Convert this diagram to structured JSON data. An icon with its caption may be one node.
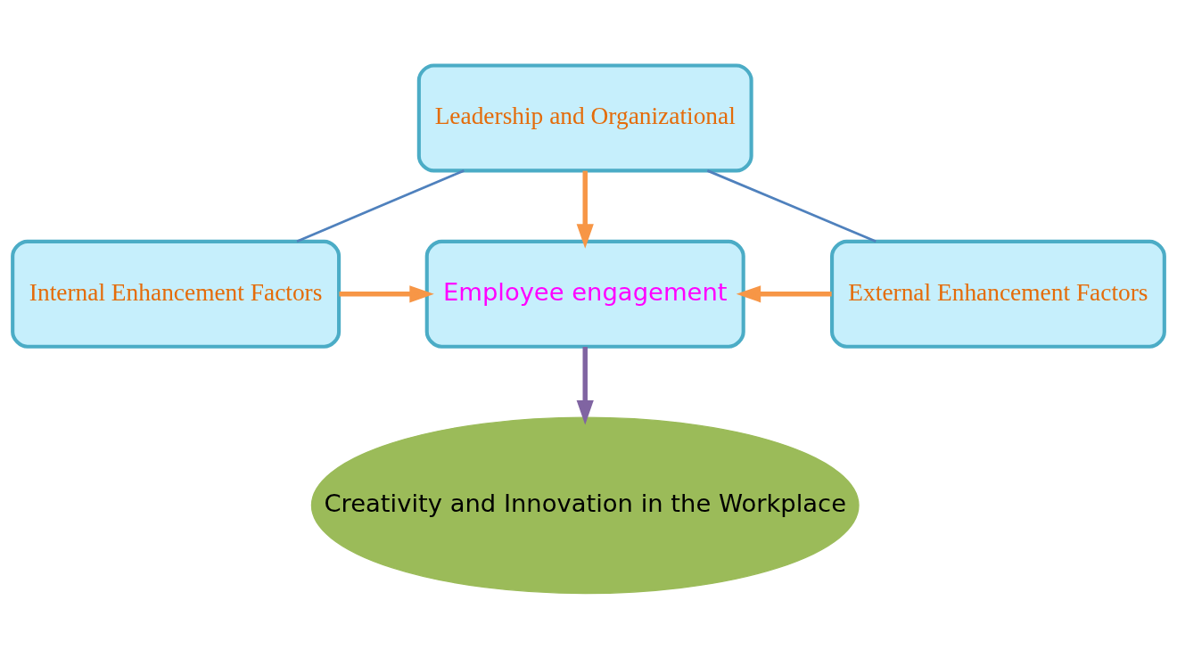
{
  "diagram": {
    "nodes": [
      {
        "text": [
          "Leadership and Organizational"
        ]
      },
      {
        "text": [
          "Internal Enhancement Factors"
        ]
      },
      {
        "text": [
          "Employee engagement"
        ]
      },
      {
        "text": [
          "External Enhancement Factors"
        ]
      },
      {
        "text": [
          "Creativity and Innovation in the Workplace"
        ]
      }
    ],
    "edges": [
      {
        "from": 1,
        "to": 0,
        "arrow": "none",
        "color": "#4f81bd"
      },
      {
        "from": 3,
        "to": 0,
        "arrow": "none",
        "color": "#4f81bd"
      },
      {
        "from": 0,
        "to": 2,
        "arrow": "to"
      },
      {
        "from": 1,
        "to": 2,
        "arrow": "to"
      },
      {
        "from": 3,
        "to": 2,
        "arrow": "to"
      },
      {
        "from": 2,
        "to": 4,
        "arrow": "to",
        "color": "#8064a2"
      }
    ]
  }
}
